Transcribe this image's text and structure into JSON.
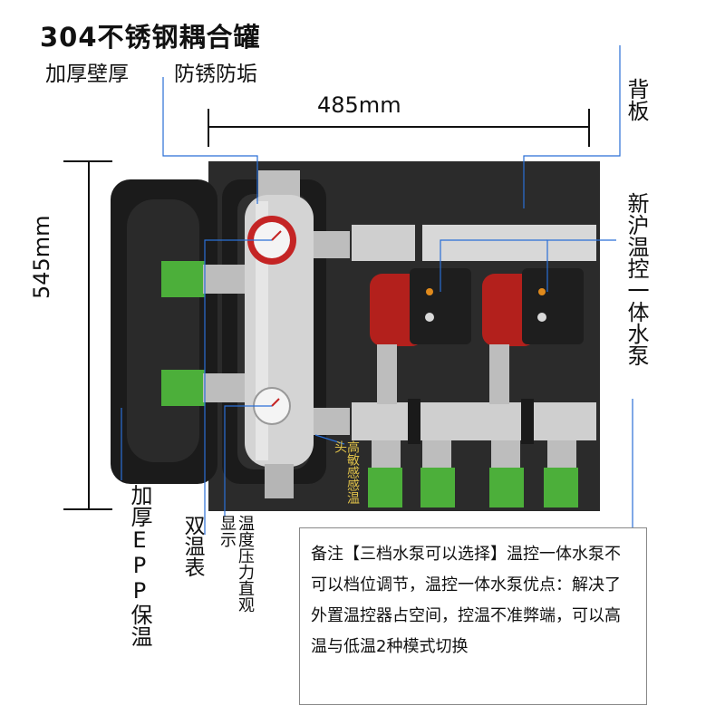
{
  "header": {
    "title": "304不锈钢耦合罐",
    "subtitle_thickness": "加厚壁厚",
    "subtitle_protection": "防锈防垢"
  },
  "dimensions": {
    "width": "485mm",
    "height": "545mm"
  },
  "labels": {
    "back_panel": "背板",
    "pump": "新沪温控一体水泵",
    "insulation": "加厚EPP保温",
    "double_gauge": "双温表",
    "gauge_desc": "温度压力直观显示",
    "sensor": "高敏感感温头"
  },
  "note": {
    "text": "备注【三档水泵可以选择】温控一体水泵不可以档位调节，温控一体水泵优点：解决了外置温控器占空间，控温不准弊端，可以高温与低温2种模式切换"
  },
  "colors": {
    "panel": "#2b2b2b",
    "insulation": "#1b1b1b",
    "pipe_green": "#4caf3a",
    "pump_red": "#b3201c",
    "steel": "#c9c9c9",
    "callout_blue": "#2a6fd6"
  }
}
